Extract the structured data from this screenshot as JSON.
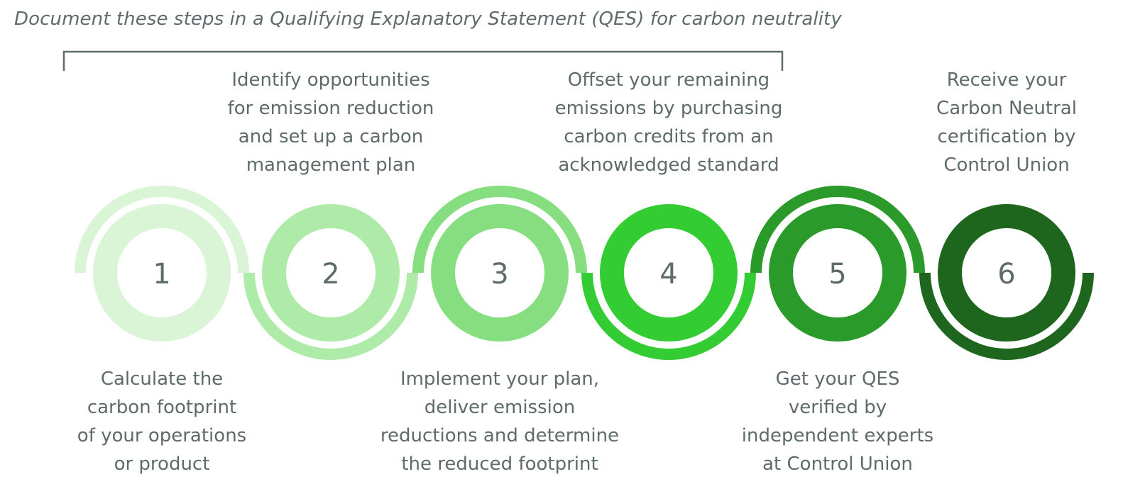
{
  "header": {
    "title": "Document these steps in a Qualifying Explanatory Statement (QES) for carbon neutrality"
  },
  "steps": [
    {
      "number": "1",
      "color": "#d9f5d6",
      "arc_color": "#d9f5d6",
      "text_position": "below",
      "lines": [
        "Calculate the",
        "carbon footprint",
        "of your operations",
        "or product"
      ]
    },
    {
      "number": "2",
      "color": "#aeeaa8",
      "arc_color": "#aeeaa8",
      "text_position": "above",
      "lines": [
        "Identify opportunities",
        "for emission reduction",
        "and set up a carbon",
        "management plan"
      ]
    },
    {
      "number": "3",
      "color": "#86de80",
      "arc_color": "#86de80",
      "text_position": "below",
      "lines": [
        "Implement your plan,",
        "deliver emission",
        "reductions and determine",
        "the reduced footprint"
      ]
    },
    {
      "number": "4",
      "color": "#33cc33",
      "arc_color": "#33cc33",
      "text_position": "above",
      "lines": [
        "Offset your remaining",
        "emissions by purchasing",
        "carbon credits from an",
        "acknowledged standard"
      ]
    },
    {
      "number": "5",
      "color": "#2a9a2a",
      "arc_color": "#2a9a2a",
      "text_position": "below",
      "lines": [
        "Get your QES",
        "verified by",
        "independent experts",
        "at Control Union"
      ]
    },
    {
      "number": "6",
      "color": "#1e661e",
      "arc_color": "#1e661e",
      "text_position": "above",
      "lines": [
        "Receive your",
        "Carbon Neutral",
        "certification by",
        "Control Union"
      ]
    }
  ],
  "bracket_color": "#5f6b6b"
}
